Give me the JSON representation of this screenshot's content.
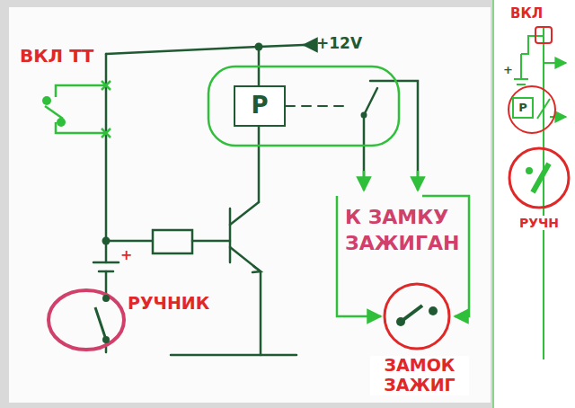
{
  "diagram": {
    "nodes": [
      {
        "text": [
          "P"
        ]
      },
      {
        "text": [
          "РУЧНИК"
        ]
      },
      {
        "text": [
          "ЗАМОК ЗАЖИГ"
        ]
      },
      {
        "text": [
          "P"
        ]
      },
      {
        "text": [
          "РУЧН"
        ]
      }
    ],
    "labels": [
      "ВКЛ ТТ",
      "+12V",
      "+",
      "К ЗАМКУ ЗАЖИГАН",
      "ВКЛ",
      "+"
    ]
  }
}
